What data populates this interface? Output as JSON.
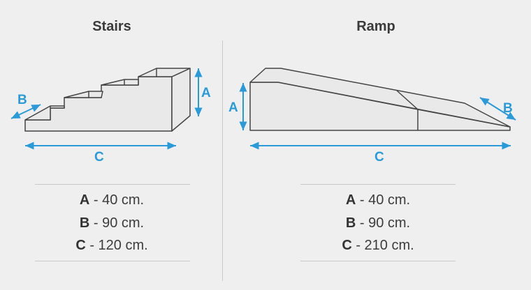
{
  "stairs": {
    "title": "Stairs",
    "labels": {
      "a": "A",
      "b": "B",
      "c": "C"
    },
    "specs": [
      {
        "key": "A",
        "value": "- 40 cm."
      },
      {
        "key": "B",
        "value": "- 90 cm."
      },
      {
        "key": "C",
        "value": "- 120 cm."
      }
    ]
  },
  "ramp": {
    "title": "Ramp",
    "labels": {
      "a": "A",
      "b": "B",
      "c": "C"
    },
    "specs": [
      {
        "key": "A",
        "value": "- 40 cm."
      },
      {
        "key": "B",
        "value": "- 90 cm."
      },
      {
        "key": "C",
        "value": "- 210 cm."
      }
    ]
  },
  "colors": {
    "dimension": "#2a9ad8",
    "shape_fill": "#e9e9e9",
    "shape_stroke": "#444444"
  }
}
